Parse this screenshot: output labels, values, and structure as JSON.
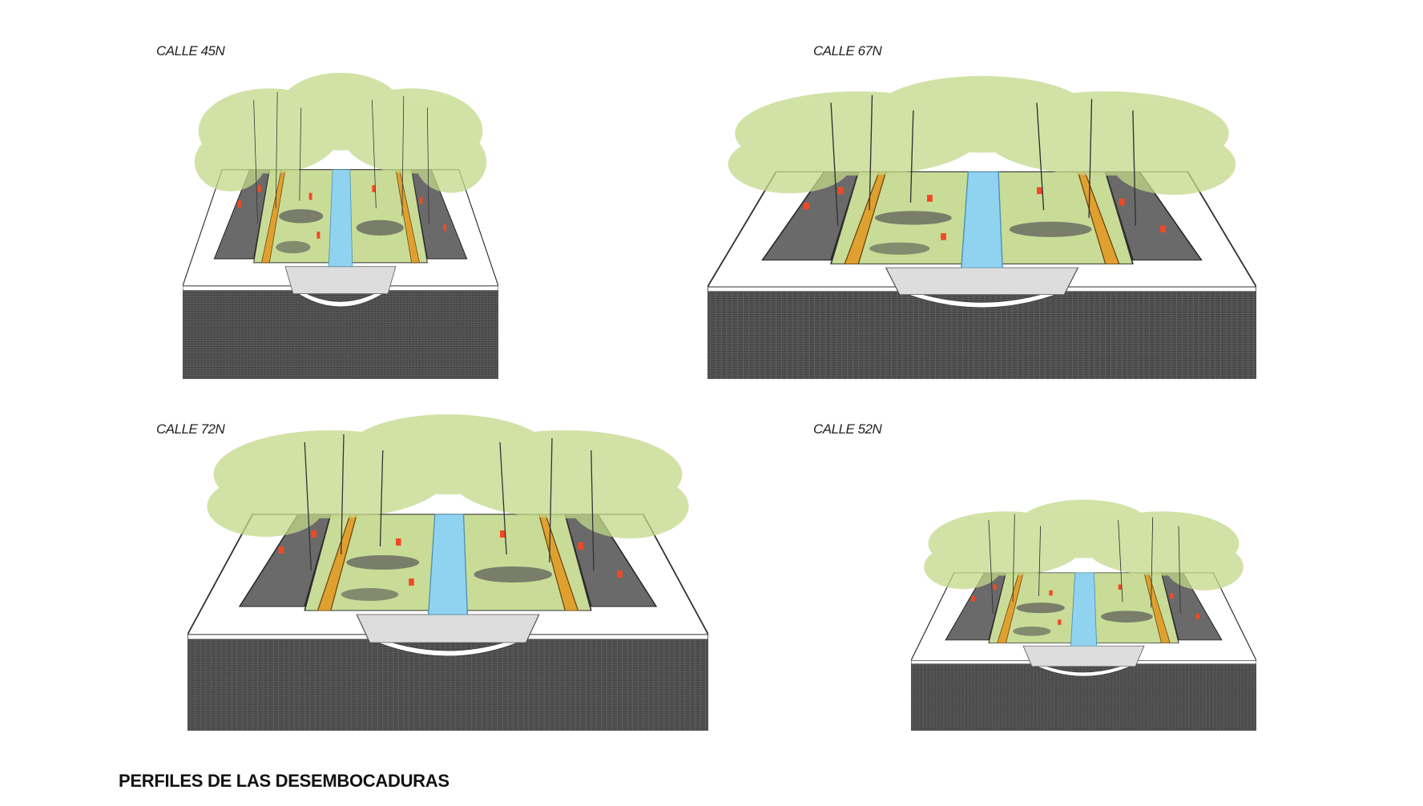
{
  "title": "PERFILES DE LAS DESEMBOCADURAS",
  "profiles": [
    {
      "label": "CALLE 45N"
    },
    {
      "label": "CALLE 67N"
    },
    {
      "label": "CALLE 72N"
    },
    {
      "label": "CALLE 52N"
    }
  ],
  "colors": {
    "water": "#8fd3f0",
    "vegetation": "#c9dc97",
    "cycle_path": "#e0a030",
    "road": "#6a6a6a",
    "people": "#f04a24",
    "ground_section": "#4d4d4d"
  }
}
